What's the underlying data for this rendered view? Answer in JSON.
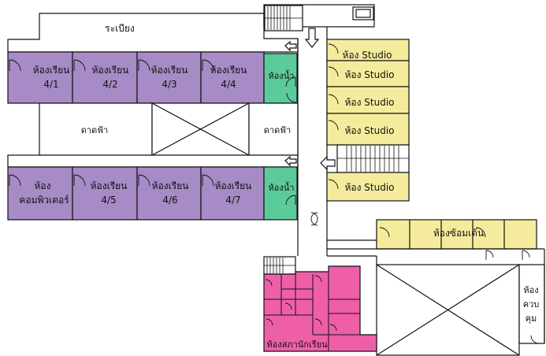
{
  "labels": {
    "balcony": "ระเบียง",
    "classroom": "ห้องเรียน",
    "room_41": "4/1",
    "room_42": "4/2",
    "room_43": "4/3",
    "room_44": "4/4",
    "room_45": "4/5",
    "room_46": "4/6",
    "room_47": "4/7",
    "toilet_top": "ห้องน้ำ",
    "toilet_bottom": "ห้องน้ำ",
    "roof_left": "ดาดฟ้า",
    "roof_right": "ดาดฟ้า",
    "computer_line1": "ห้อง",
    "computer_line2": "คอมพิวเตอร์",
    "studio_1": "ห้อง Studio",
    "studio_2": "ห้อง Studio",
    "studio_3": "ห้อง Studio",
    "studio_4": "ห้อง Studio",
    "studio_5": "ห้อง Studio",
    "rehearsal": "ห้องซ้อมเต้น",
    "student_council": "ห้องสภานักเรียน",
    "control_line1": "ห้อง",
    "control_line2": "ควบ",
    "control_line3": "คุม"
  },
  "colors": {
    "classroom": "#a68bc6",
    "toilet": "#5ccb9c",
    "studio": "#f4ec9c",
    "council": "#ee5fa8",
    "wall": "#111111"
  }
}
